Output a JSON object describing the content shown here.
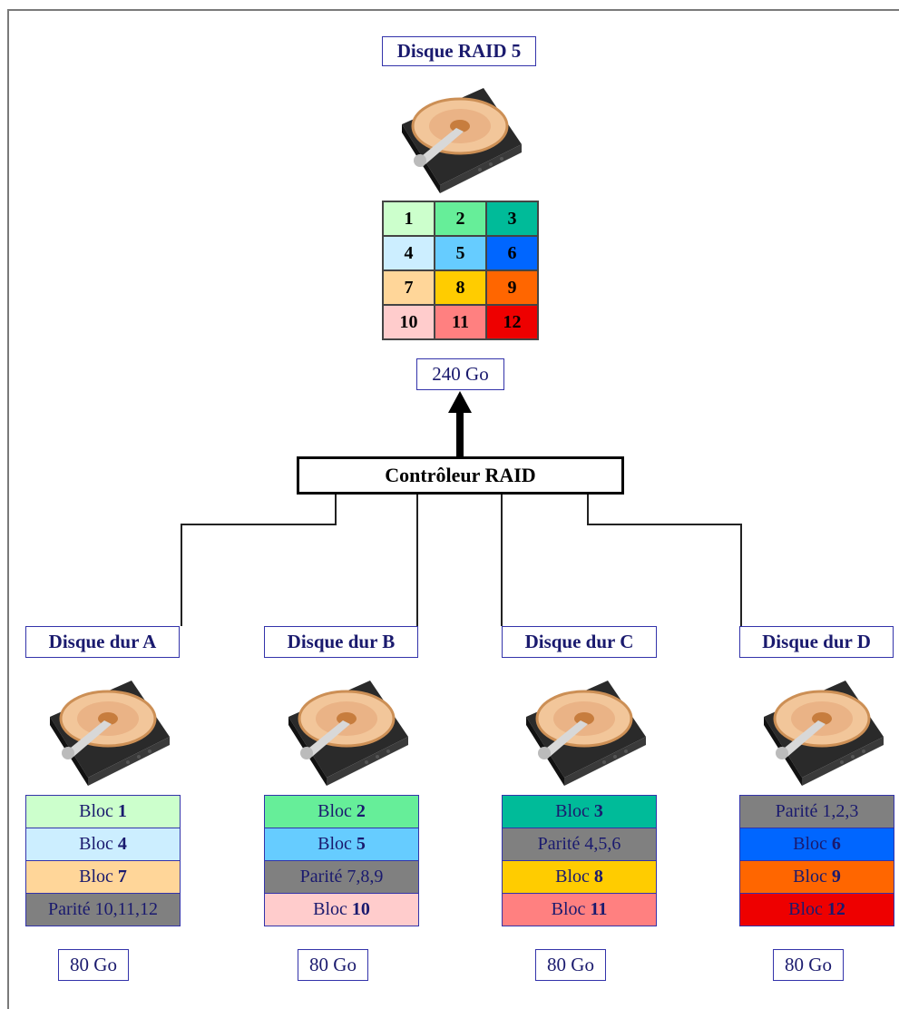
{
  "raid": {
    "title": "Disque RAID 5",
    "capacity": "240 Go",
    "grid": [
      {
        "n": "1",
        "color": "#ccffcc"
      },
      {
        "n": "2",
        "color": "#66ee99"
      },
      {
        "n": "3",
        "color": "#00bb99"
      },
      {
        "n": "4",
        "color": "#cceeff"
      },
      {
        "n": "5",
        "color": "#66ccff"
      },
      {
        "n": "6",
        "color": "#0066ff"
      },
      {
        "n": "7",
        "color": "#ffd699"
      },
      {
        "n": "8",
        "color": "#ffcc00"
      },
      {
        "n": "9",
        "color": "#ff6600"
      },
      {
        "n": "10",
        "color": "#ffcccc"
      },
      {
        "n": "11",
        "color": "#ff8080"
      },
      {
        "n": "12",
        "color": "#ee0000"
      }
    ]
  },
  "controller": {
    "label": "Contrôleur RAID"
  },
  "disks": [
    {
      "title": "Disque dur A",
      "capacity": "80 Go",
      "blocks": [
        {
          "prefix": "Bloc",
          "num": "1",
          "color": "#ccffcc"
        },
        {
          "prefix": "Bloc",
          "num": "4",
          "color": "#cceeff"
        },
        {
          "prefix": "Bloc",
          "num": "7",
          "color": "#ffd699"
        },
        {
          "prefix": "Parité 10,11,12",
          "num": "",
          "color": "#808080"
        }
      ]
    },
    {
      "title": "Disque dur B",
      "capacity": "80 Go",
      "blocks": [
        {
          "prefix": "Bloc",
          "num": "2",
          "color": "#66ee99"
        },
        {
          "prefix": "Bloc",
          "num": "5",
          "color": "#66ccff"
        },
        {
          "prefix": "Parité 7,8,9",
          "num": "",
          "color": "#808080"
        },
        {
          "prefix": "Bloc",
          "num": "10",
          "color": "#ffcccc"
        }
      ]
    },
    {
      "title": "Disque dur C",
      "capacity": "80 Go",
      "blocks": [
        {
          "prefix": "Bloc",
          "num": "3",
          "color": "#00bb99"
        },
        {
          "prefix": "Parité 4,5,6",
          "num": "",
          "color": "#808080"
        },
        {
          "prefix": "Bloc",
          "num": "8",
          "color": "#ffcc00"
        },
        {
          "prefix": "Bloc",
          "num": "11",
          "color": "#ff8080"
        }
      ]
    },
    {
      "title": "Disque dur D",
      "capacity": "80 Go",
      "blocks": [
        {
          "prefix": "Parité 1,2,3",
          "num": "",
          "color": "#808080"
        },
        {
          "prefix": "Bloc",
          "num": "6",
          "color": "#0066ff"
        },
        {
          "prefix": "Bloc",
          "num": "9",
          "color": "#ff6600"
        },
        {
          "prefix": "Bloc",
          "num": "12",
          "color": "#ee0000"
        }
      ]
    }
  ],
  "icons": {
    "disk": "hard-drive-icon"
  }
}
